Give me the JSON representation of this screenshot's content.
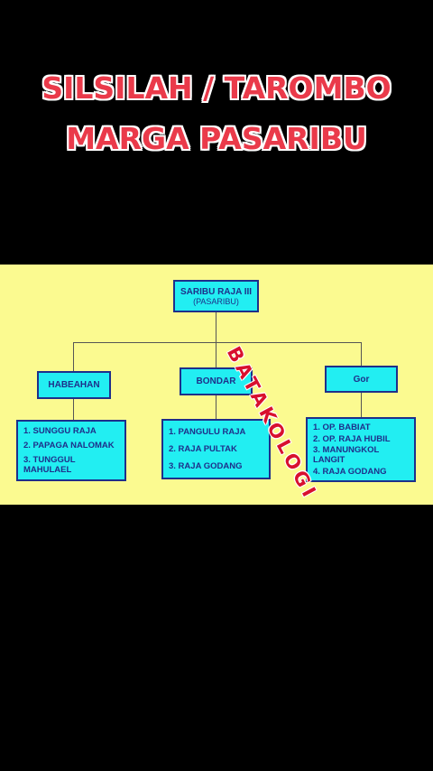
{
  "title": {
    "line1": "SILSILAH / TAROMBO",
    "line2": "MARGA PASARIBU"
  },
  "diagram": {
    "root": {
      "name": "SARIBU RAJA III",
      "subtitle": "(PASARIBU)"
    },
    "branches": [
      {
        "name": "HABEAHAN",
        "children": [
          "1. SUNGGU RAJA",
          "2. PAPAGA NALOMAK",
          "3. TUNGGUL MAHULAEL"
        ]
      },
      {
        "name": "BONDAR",
        "children": [
          "1. PANGULU RAJA",
          "2. RAJA PULTAK",
          "3. RAJA GODANG"
        ]
      },
      {
        "name": "Gor",
        "children": [
          "1. OP. BABIAT",
          "2. OP. RAJA HUBIL",
          "3. MANUNGKOL LANGIT",
          "4. RAJA GODANG"
        ]
      }
    ]
  },
  "watermark": "BATAKOLOGI",
  "colors": {
    "background": "#000000",
    "panel": "#fbfa90",
    "box_fill": "#22eef2",
    "box_border": "#1e2f8a",
    "title": "#ea3a4a",
    "watermark": "#d8102e"
  }
}
